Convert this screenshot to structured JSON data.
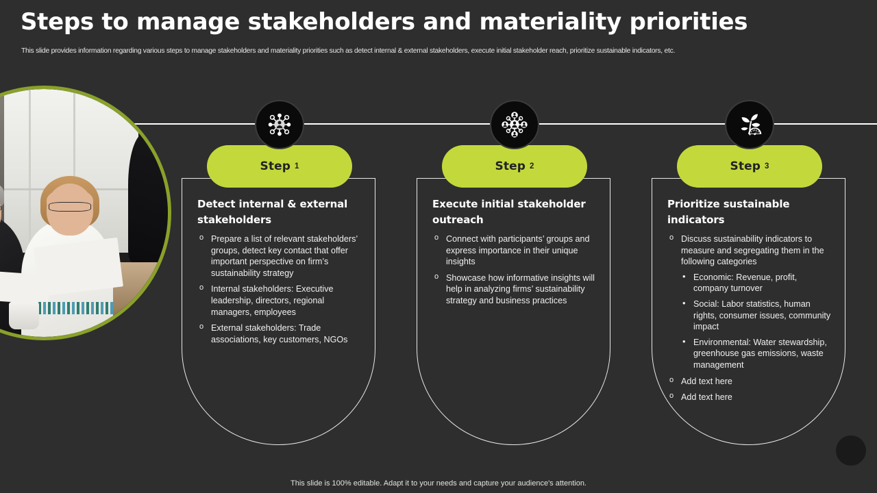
{
  "header": {
    "title": "Steps to manage stakeholders and materiality priorities",
    "subtitle": "This slide provides information regarding various steps to manage stakeholders and materiality priorities such as detect internal & external stakeholders, execute initial stakeholder reach, prioritize sustainable indicators, etc."
  },
  "theme": {
    "background": "#2e2e2e",
    "accent_green": "#c3d93b",
    "photo_ring": "#8aa12a",
    "badge_fill": "#0a0a0a",
    "text": "#ffffff"
  },
  "photo": {
    "alt": "Two business colleagues reviewing documents and charts at a meeting table"
  },
  "steps": [
    {
      "pill_label": "Step",
      "pill_number": "1",
      "icon": "stakeholder-network-icon",
      "title": "Detect internal & external stakeholders",
      "bullets": [
        {
          "text": "Prepare a list of relevant stakeholders’ groups, detect key contact that offer important perspective on firm’s sustainability strategy",
          "sub": []
        },
        {
          "text": "Internal stakeholders: Executive leadership, directors, regional managers, employees",
          "sub": []
        },
        {
          "text": "External stakeholders: Trade associations, key customers, NGOs",
          "sub": []
        }
      ]
    },
    {
      "pill_label": "Step",
      "pill_number": "2",
      "icon": "people-network-icon",
      "title": "Execute initial stakeholder outreach",
      "bullets": [
        {
          "text": "Connect with participants’ groups and express importance in their unique insights",
          "sub": []
        },
        {
          "text": "Showcase how informative insights  will help in analyzing firms’ sustainability strategy and business practices",
          "sub": []
        }
      ]
    },
    {
      "pill_label": "Step",
      "pill_number": "3",
      "icon": "plant-gauge-icon",
      "title": "Prioritize sustainable indicators",
      "bullets": [
        {
          "text": "Discuss sustainability indicators to measure and  segregating them in the following categories",
          "sub": [
            "Economic: Revenue, profit, company turnover",
            "Social: Labor statistics, human rights, consumer issues, community impact",
            "Environmental: Water stewardship, greenhouse gas emissions, waste management"
          ]
        },
        {
          "text": "Add text here",
          "sub": []
        },
        {
          "text": "Add text here",
          "sub": []
        }
      ]
    }
  ],
  "footer": {
    "note": "This slide is 100% editable. Adapt it to your needs and capture your audience's attention."
  }
}
